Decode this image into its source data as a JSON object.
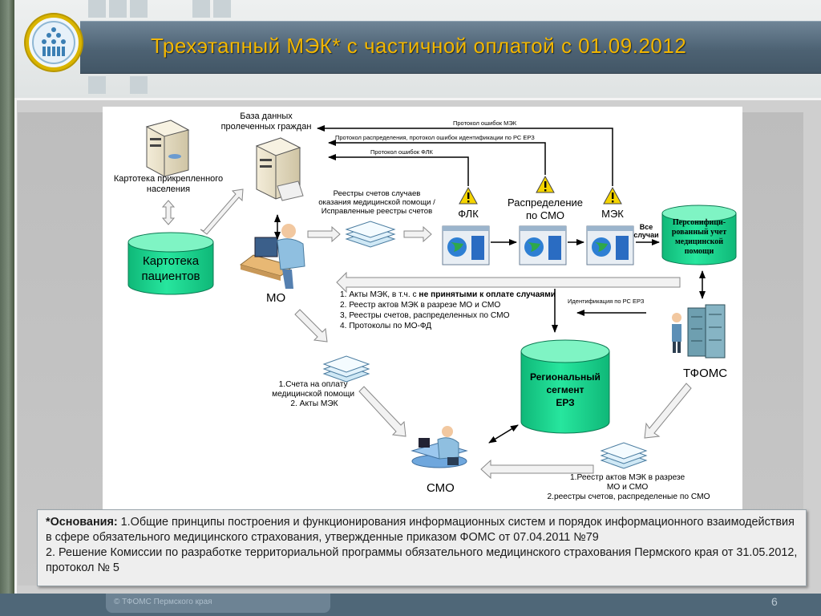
{
  "title": "Трехэтапный МЭК* с частичной оплатой с 01.09.2012",
  "diagram": {
    "db_patients_label": "Картотека прикрепленного населения",
    "db_treated_label": "База данных пролеченных граждан",
    "cyl_patients": "Картотека пациентов",
    "cyl_personal": "Персонифици-рованный учет медицинской помощи",
    "cyl_region": "Региональный сегмент ЕРЗ",
    "mo_label": "МО",
    "smo_label": "СМО",
    "tfoms_label": "ТФОМС",
    "registries_label": "Реестры счетов случаев оказания медицинской помощи / Исправленные реестры счетов",
    "flk_label": "ФЛК",
    "distribution_label": "Распределение по СМО",
    "mek_label": "МЭК",
    "all_cases_label": "Все случаи",
    "protocol_mek": "Протокол ошибок МЭК",
    "protocol_distribution": "Протокол распределения, протокол ошибок идентификации по РС ЕРЗ",
    "protocol_flk": "Протокол ошибок ФЛК",
    "identification_label": "Идентификация по РС ЕРЗ",
    "acts_list": [
      "1. Акты МЭК, в т.ч. с ",
      "не принятыми к оплате случаями",
      "2. Реестр актов МЭК в разрезе МО и СМО",
      "3, Реестры счетов, распределенных по СМО",
      "4. Протоколы по МО-ФД"
    ],
    "invoices_list": [
      "1.Счета на оплату медицинской помощи",
      "2. Акты МЭК"
    ],
    "smo_docs_list": [
      "1.Реестр актов МЭК в разрезе МО и СМО",
      "2.реестры счетов, распределеные по СМО"
    ]
  },
  "notes": {
    "label": "*Основания:",
    "text": " 1.Общие принципы построения и функционирования информационных систем и порядок информационного взаимодействия в сфере обязательного медицинского страхования, утвержденные приказом ФОМС от 07.04.2011 №79",
    "text2": "2. Решение Комиссии по разработке территориальной программы обязательного медицинского страхования Пермского края от 31.05.2012, протокол № 5"
  },
  "footer": {
    "copyright": "© ТФОМС Пермского края",
    "page": "6"
  },
  "colors": {
    "title": "#f2b600",
    "cylinder": "#1ee29a",
    "cylinder_top": "#7ff4c4",
    "arrow_hollow": "#c8c8c8",
    "warning": "#f5d400"
  }
}
